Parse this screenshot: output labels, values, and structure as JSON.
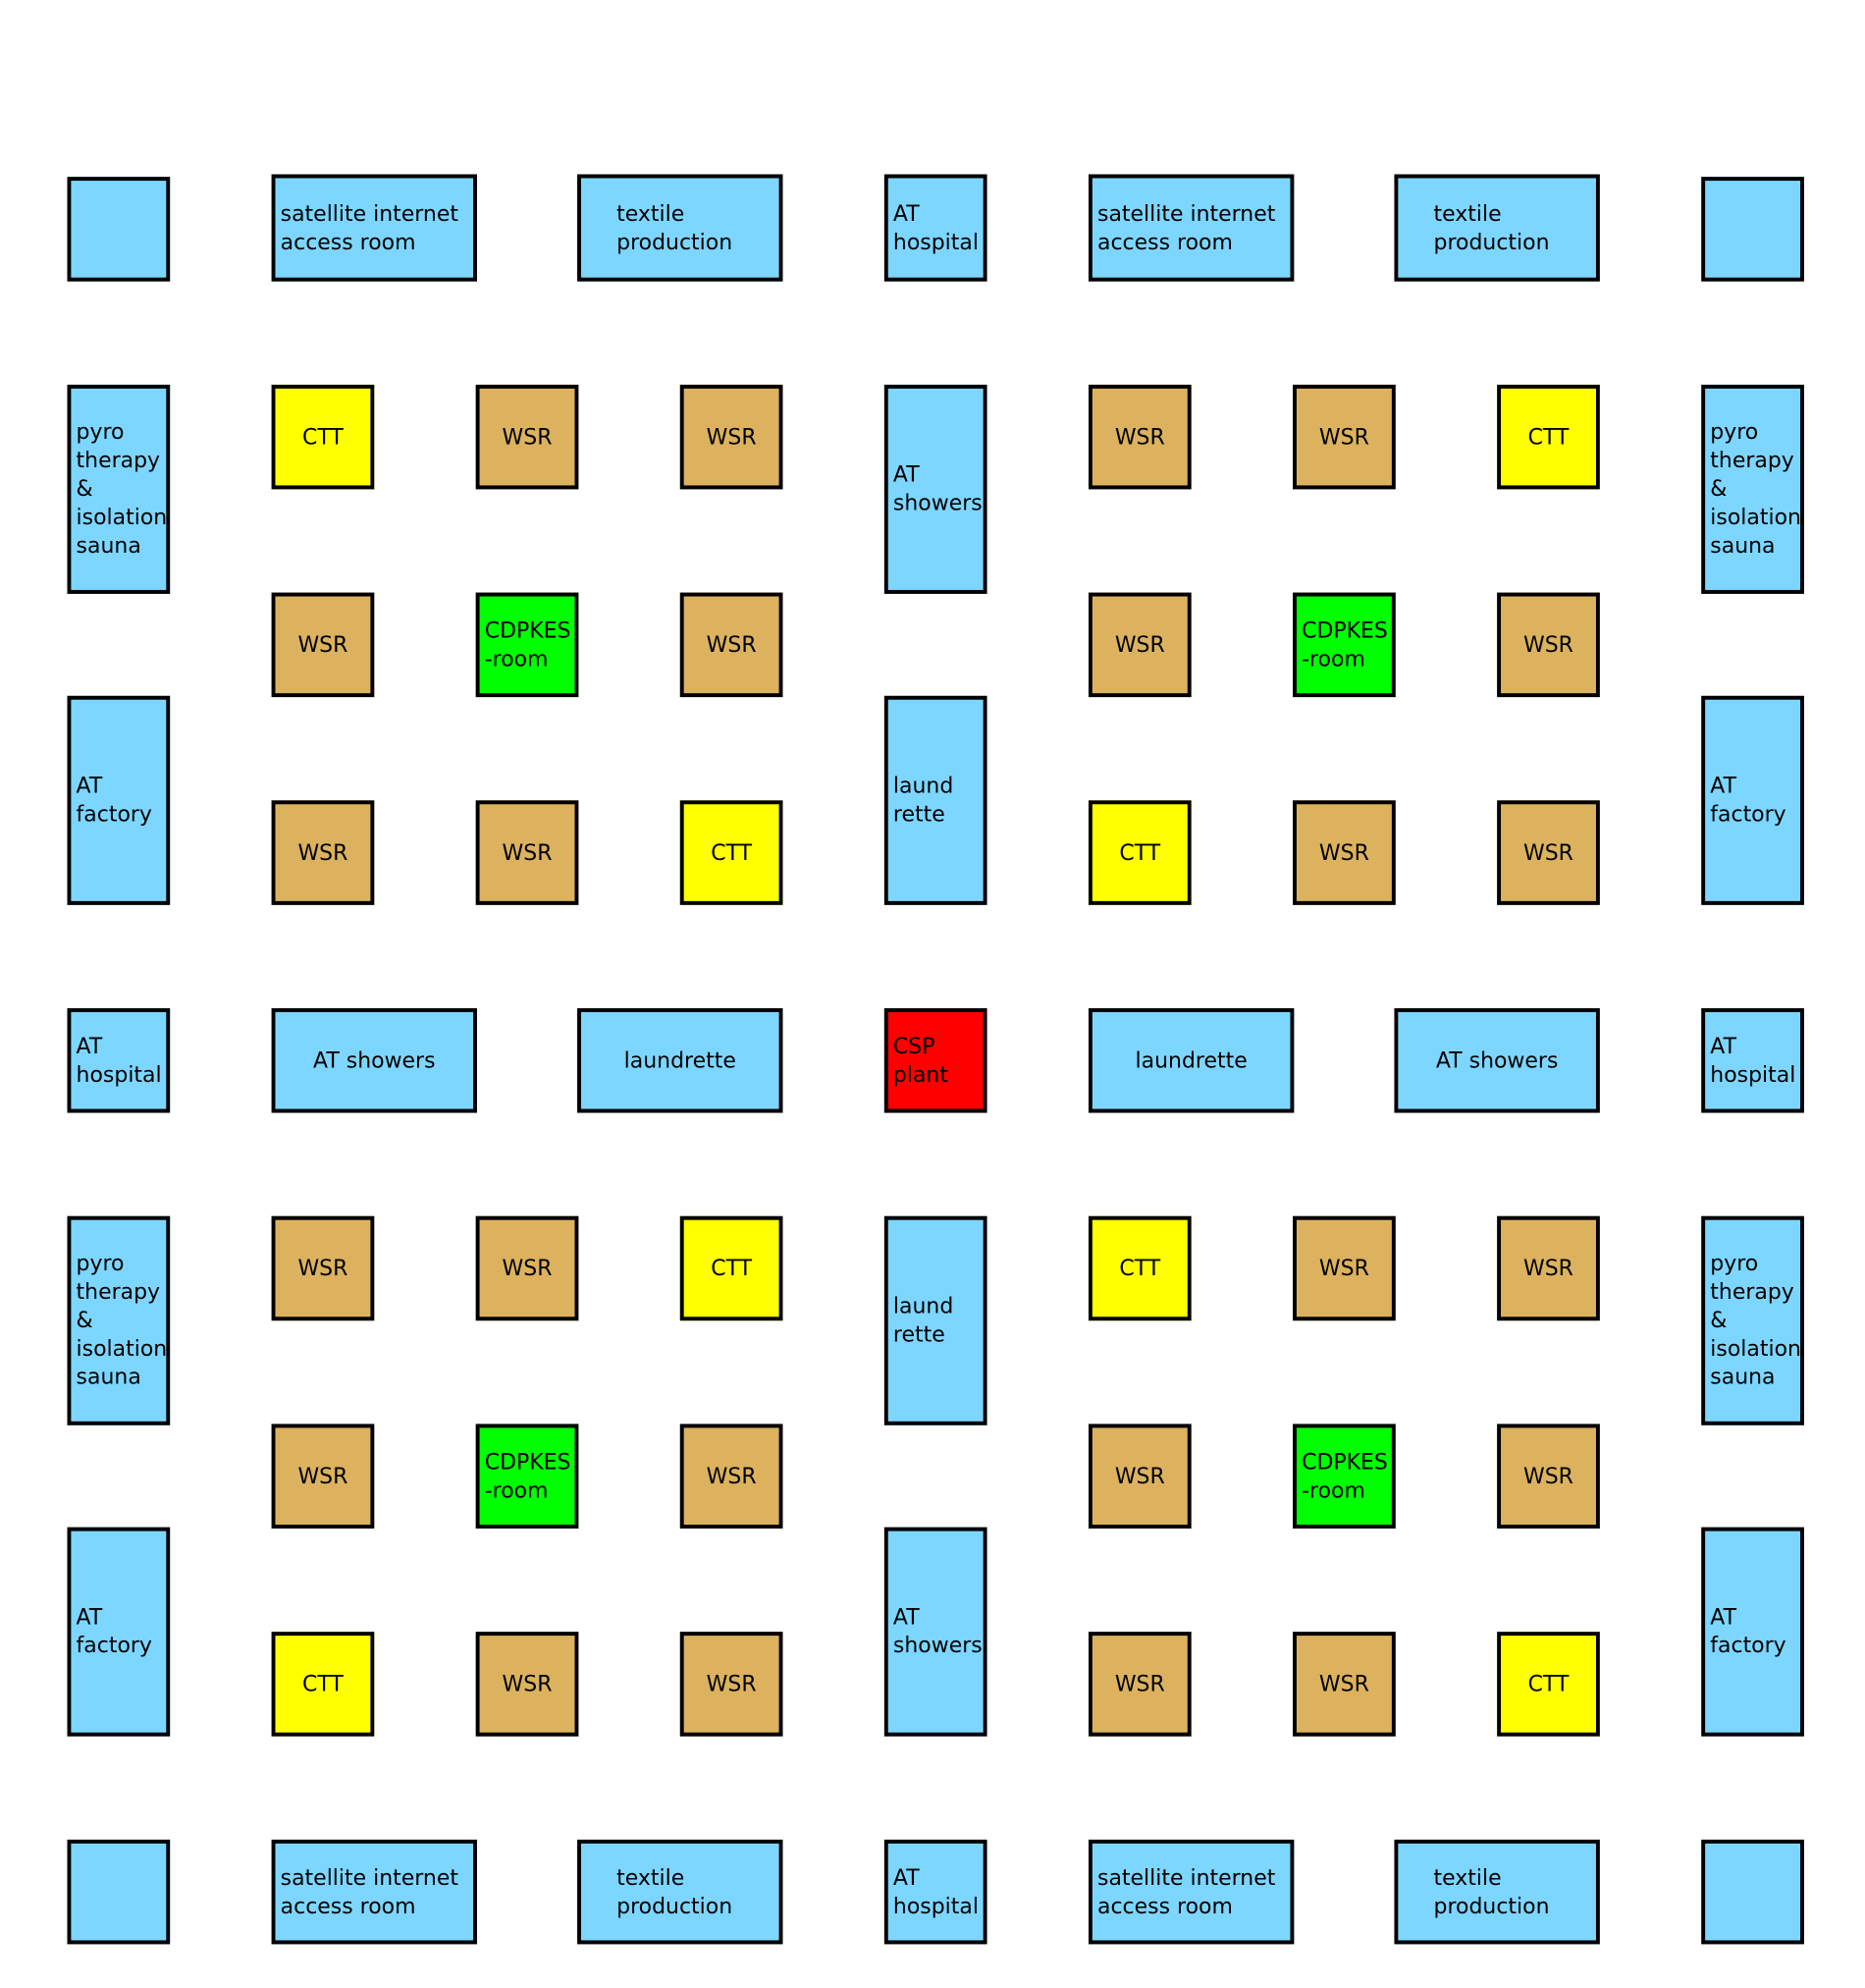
{
  "title": "Settlement block layout",
  "colors": {
    "service": "#7dd6ff",
    "WSR": "#dcb25e",
    "CTT": "#ffff00",
    "CDPKES": "#00ff00",
    "CSP": "#ff0000"
  },
  "rooms": [
    {
      "label": "",
      "type": "service"
    },
    {
      "label": "satellite internet\naccess room",
      "type": "service"
    },
    {
      "label": "textile\nproduction",
      "type": "service"
    },
    {
      "label": "AT\nhospital",
      "type": "service"
    },
    {
      "label": "satellite internet\naccess room",
      "type": "service"
    },
    {
      "label": "textile\nproduction",
      "type": "service"
    },
    {
      "label": "",
      "type": "service"
    },
    {
      "label": "pyro\ntherapy\n&\nisolation\nsauna",
      "type": "service"
    },
    {
      "label": "CTT",
      "type": "CTT"
    },
    {
      "label": "WSR",
      "type": "WSR"
    },
    {
      "label": "WSR",
      "type": "WSR"
    },
    {
      "label": "AT\nshowers",
      "type": "service"
    },
    {
      "label": "WSR",
      "type": "WSR"
    },
    {
      "label": "WSR",
      "type": "WSR"
    },
    {
      "label": "CTT",
      "type": "CTT"
    },
    {
      "label": "pyro\ntherapy\n&\nisolation\nsauna",
      "type": "service"
    },
    {
      "label": "WSR",
      "type": "WSR"
    },
    {
      "label": "CDPKES\n-room",
      "type": "CDPKES"
    },
    {
      "label": "WSR",
      "type": "WSR"
    },
    {
      "label": "WSR",
      "type": "WSR"
    },
    {
      "label": "CDPKES\n-room",
      "type": "CDPKES"
    },
    {
      "label": "WSR",
      "type": "WSR"
    },
    {
      "label": "AT\nfactory",
      "type": "service"
    },
    {
      "label": "laund\nrette",
      "type": "service"
    },
    {
      "label": "AT\nfactory",
      "type": "service"
    },
    {
      "label": "WSR",
      "type": "WSR"
    },
    {
      "label": "WSR",
      "type": "WSR"
    },
    {
      "label": "CTT",
      "type": "CTT"
    },
    {
      "label": "CTT",
      "type": "CTT"
    },
    {
      "label": "WSR",
      "type": "WSR"
    },
    {
      "label": "WSR",
      "type": "WSR"
    },
    {
      "label": "AT\nhospital",
      "type": "service"
    },
    {
      "label": "AT showers",
      "type": "service"
    },
    {
      "label": "laundrette",
      "type": "service"
    },
    {
      "label": "CSP\nplant",
      "type": "CSP"
    },
    {
      "label": "laundrette",
      "type": "service"
    },
    {
      "label": "AT showers",
      "type": "service"
    },
    {
      "label": "AT\nhospital",
      "type": "service"
    },
    {
      "label": "pyro\ntherapy\n&\nisolation\nsauna",
      "type": "service"
    },
    {
      "label": "WSR",
      "type": "WSR"
    },
    {
      "label": "WSR",
      "type": "WSR"
    },
    {
      "label": "CTT",
      "type": "CTT"
    },
    {
      "label": "laund\nrette",
      "type": "service"
    },
    {
      "label": "CTT",
      "type": "CTT"
    },
    {
      "label": "WSR",
      "type": "WSR"
    },
    {
      "label": "WSR",
      "type": "WSR"
    },
    {
      "label": "pyro\ntherapy\n&\nisolation\nsauna",
      "type": "service"
    },
    {
      "label": "WSR",
      "type": "WSR"
    },
    {
      "label": "CDPKES\n-room",
      "type": "CDPKES"
    },
    {
      "label": "WSR",
      "type": "WSR"
    },
    {
      "label": "WSR",
      "type": "WSR"
    },
    {
      "label": "CDPKES\n-room",
      "type": "CDPKES"
    },
    {
      "label": "WSR",
      "type": "WSR"
    },
    {
      "label": "AT\nfactory",
      "type": "service"
    },
    {
      "label": "AT\nshowers",
      "type": "service"
    },
    {
      "label": "AT\nfactory",
      "type": "service"
    },
    {
      "label": "CTT",
      "type": "CTT"
    },
    {
      "label": "WSR",
      "type": "WSR"
    },
    {
      "label": "WSR",
      "type": "WSR"
    },
    {
      "label": "WSR",
      "type": "WSR"
    },
    {
      "label": "WSR",
      "type": "WSR"
    },
    {
      "label": "CTT",
      "type": "CTT"
    },
    {
      "label": "",
      "type": "service"
    },
    {
      "label": "satellite internet\naccess room",
      "type": "service"
    },
    {
      "label": "textile\nproduction",
      "type": "service"
    },
    {
      "label": "AT\nhospital",
      "type": "service"
    },
    {
      "label": "satellite internet\naccess room",
      "type": "service"
    },
    {
      "label": "textile\nproduction",
      "type": "service"
    },
    {
      "label": "",
      "type": "service"
    }
  ]
}
